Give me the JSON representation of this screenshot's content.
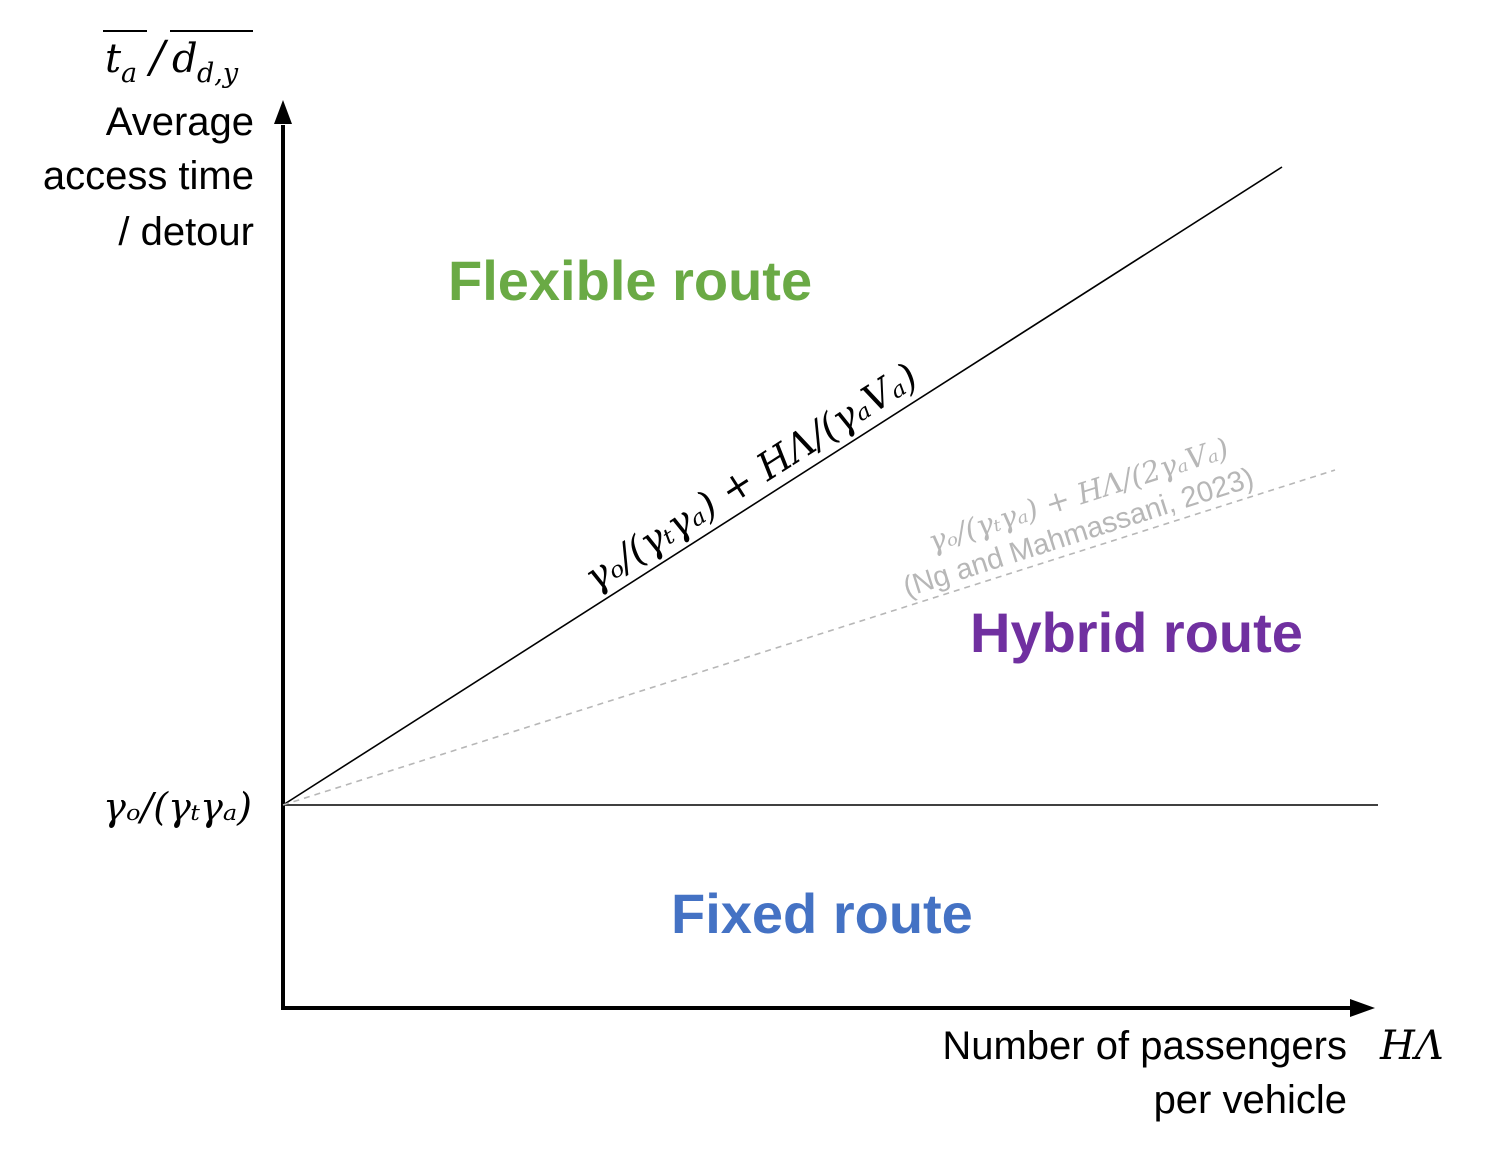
{
  "y_axis": {
    "symbol_numerator": "t",
    "symbol_numerator_sub": "a",
    "symbol_slash": "/",
    "symbol_denominator": "d",
    "symbol_denominator_sub": "d,y",
    "label_lines": [
      "Average",
      "access time",
      "/ detour"
    ]
  },
  "x_axis": {
    "label_lines": [
      "Number of passengers",
      "per vehicle"
    ],
    "symbol": "HΛ"
  },
  "intercept_label": "γₒ/(γₜγₐ)",
  "regions": {
    "flexible": {
      "label": "Flexible route",
      "color": "#6aaa45"
    },
    "hybrid": {
      "label": "Hybrid route",
      "color": "#7030a0"
    },
    "fixed": {
      "label": "Fixed route",
      "color": "#4472c4"
    }
  },
  "boundaries": {
    "upper": {
      "label": "γₒ/(γₜγₐ) + HΛ/(γₐVₐ)",
      "color": "#000000"
    },
    "reference": {
      "label": "γₒ/(γₜγₐ) + HΛ/(2γₐVₐ)",
      "citation": "(Ng and Mahmassani, 2023)",
      "color": "#b7b7b7"
    },
    "lower": {
      "color": "#000000"
    }
  }
}
